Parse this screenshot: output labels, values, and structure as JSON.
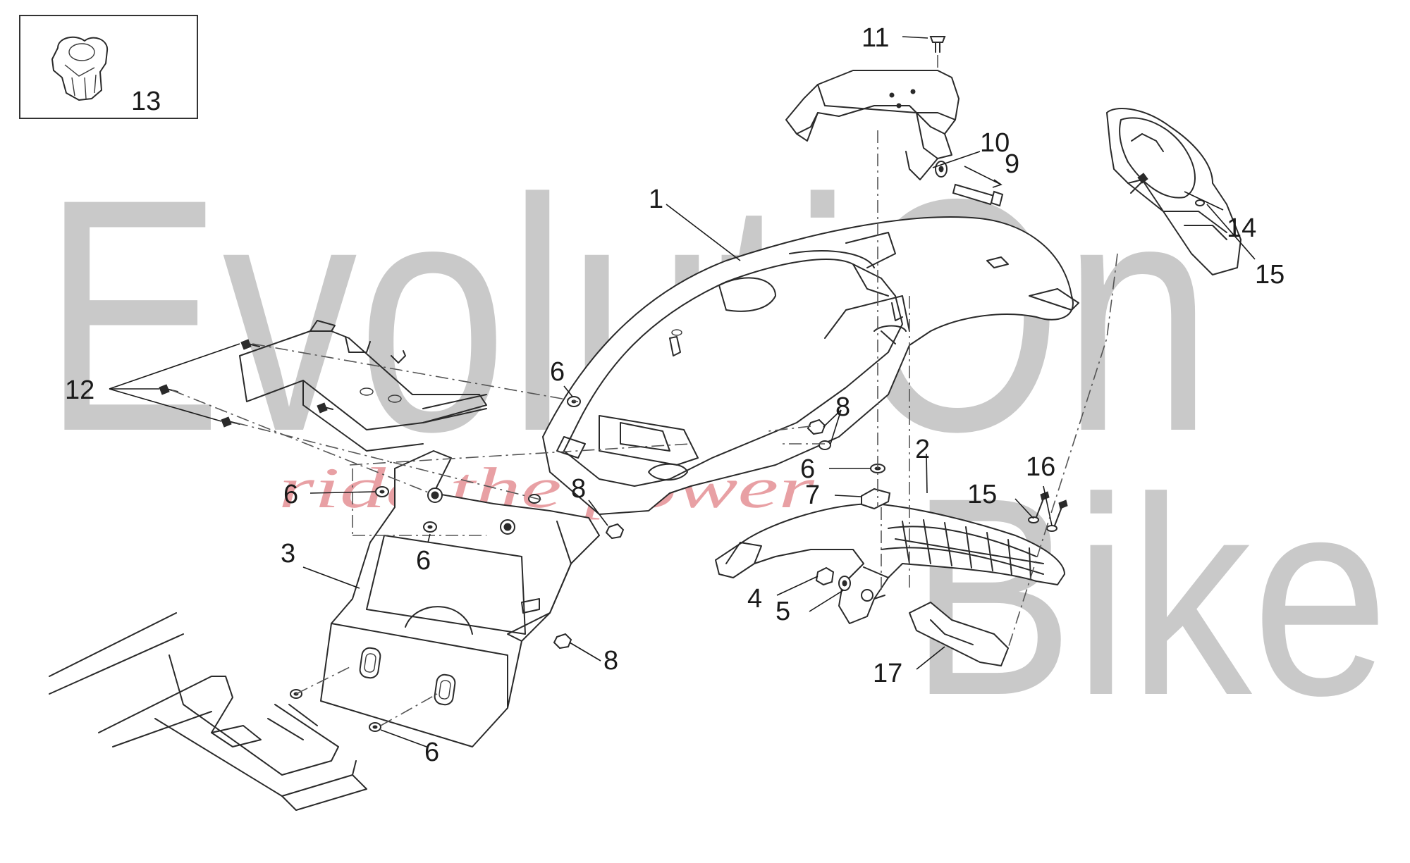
{
  "watermark": {
    "top_word": "EvolutiOn",
    "bottom_word": "Bike",
    "tagline": "ride the power",
    "colors": {
      "watermark": "#c9c9c9",
      "tagline": "#e8a0a4"
    }
  },
  "inset": {
    "part_number": "13",
    "icon": "cable-clip-icon"
  },
  "callouts": [
    {
      "id": "callout-1",
      "label": "1"
    },
    {
      "id": "callout-2",
      "label": "2"
    },
    {
      "id": "callout-3",
      "label": "3"
    },
    {
      "id": "callout-4",
      "label": "4"
    },
    {
      "id": "callout-5",
      "label": "5"
    },
    {
      "id": "callout-6a",
      "label": "6"
    },
    {
      "id": "callout-6b",
      "label": "6"
    },
    {
      "id": "callout-6c",
      "label": "6"
    },
    {
      "id": "callout-6d",
      "label": "6"
    },
    {
      "id": "callout-6e",
      "label": "6"
    },
    {
      "id": "callout-7",
      "label": "7"
    },
    {
      "id": "callout-8a",
      "label": "8"
    },
    {
      "id": "callout-8b",
      "label": "8"
    },
    {
      "id": "callout-8c",
      "label": "8"
    },
    {
      "id": "callout-9",
      "label": "9"
    },
    {
      "id": "callout-10",
      "label": "10"
    },
    {
      "id": "callout-11",
      "label": "11"
    },
    {
      "id": "callout-12",
      "label": "12"
    },
    {
      "id": "callout-14",
      "label": "14"
    },
    {
      "id": "callout-15a",
      "label": "15"
    },
    {
      "id": "callout-15b",
      "label": "15"
    },
    {
      "id": "callout-16",
      "label": "16"
    },
    {
      "id": "callout-17",
      "label": "17"
    }
  ]
}
